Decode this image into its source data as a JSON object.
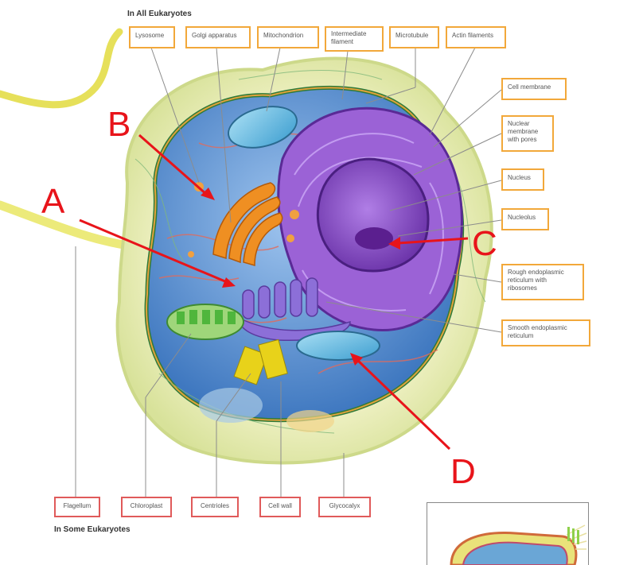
{
  "headers": {
    "top": "In All Eukaryotes",
    "bottom": "In Some Eukaryotes"
  },
  "top_labels": {
    "lysosome": "Lysosome",
    "golgi": "Golgi apparatus",
    "mitochondrion": "Mitochondrion",
    "intermediate": "Intermediate filament",
    "microtubule": "Microtubule",
    "actin": "Actin filaments"
  },
  "right_labels": {
    "cell_membrane": "Cell membrane",
    "nuclear_membrane": "Nuclear membrane with pores",
    "nucleus": "Nucleus",
    "nucleolus": "Nucleolus",
    "rough_er": "Rough endoplasmic reticulum with ribosomes",
    "smooth_er": "Smooth endoplasmic reticulum"
  },
  "bottom_labels": {
    "flagellum": "Flagellum",
    "chloroplast": "Chloroplast",
    "centrioles": "Centrioles",
    "cell_wall": "Cell wall",
    "glycocalyx": "Glycocalyx"
  },
  "markers": {
    "a": "A",
    "b": "B",
    "c": "C",
    "d": "D"
  },
  "colors": {
    "label_border": "#f2a83a",
    "optional_label_border": "#e05a5a",
    "marker_red": "#e8141a",
    "cytoplasm": "#4d86c9",
    "nucleus": "#8a52c4",
    "golgi": "#e88a1c",
    "wall": "#dfe6a8"
  }
}
